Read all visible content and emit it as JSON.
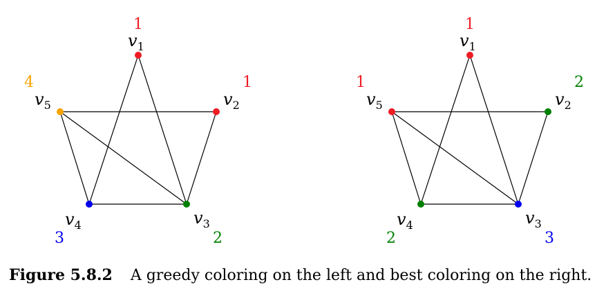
{
  "colors": {
    "red": "#ee1c24",
    "green": "#008000",
    "blue": "#0000ee",
    "orange": "#f5a300"
  },
  "graphs": [
    {
      "name": "greedy",
      "vertices": [
        {
          "id": "v1",
          "sym": "v",
          "sub": "1",
          "color_label": "1",
          "color": "#ee1c24"
        },
        {
          "id": "v2",
          "sym": "v",
          "sub": "2",
          "color_label": "1",
          "color": "#ee1c24"
        },
        {
          "id": "v3",
          "sym": "v",
          "sub": "3",
          "color_label": "2",
          "color": "#008000"
        },
        {
          "id": "v4",
          "sym": "v",
          "sub": "4",
          "color_label": "3",
          "color": "#0000ee"
        },
        {
          "id": "v5",
          "sym": "v",
          "sub": "5",
          "color_label": "4",
          "color": "#f5a300"
        }
      ],
      "edges": [
        [
          "v1",
          "v3"
        ],
        [
          "v1",
          "v4"
        ],
        [
          "v2",
          "v5"
        ],
        [
          "v2",
          "v3"
        ],
        [
          "v3",
          "v4"
        ],
        [
          "v3",
          "v5"
        ],
        [
          "v4",
          "v5"
        ]
      ]
    },
    {
      "name": "best",
      "vertices": [
        {
          "id": "v1",
          "sym": "v",
          "sub": "1",
          "color_label": "1",
          "color": "#ee1c24"
        },
        {
          "id": "v2",
          "sym": "v",
          "sub": "2",
          "color_label": "2",
          "color": "#008000"
        },
        {
          "id": "v3",
          "sym": "v",
          "sub": "3",
          "color_label": "3",
          "color": "#0000ee"
        },
        {
          "id": "v4",
          "sym": "v",
          "sub": "4",
          "color_label": "2",
          "color": "#008000"
        },
        {
          "id": "v5",
          "sym": "v",
          "sub": "5",
          "color_label": "1",
          "color": "#ee1c24"
        }
      ],
      "edges": [
        [
          "v1",
          "v3"
        ],
        [
          "v1",
          "v4"
        ],
        [
          "v2",
          "v5"
        ],
        [
          "v2",
          "v3"
        ],
        [
          "v3",
          "v4"
        ],
        [
          "v3",
          "v5"
        ],
        [
          "v4",
          "v5"
        ]
      ]
    }
  ],
  "caption": {
    "figure_label": "Figure 5.8.2",
    "text": "A greedy coloring on the left and best coloring on the right."
  }
}
